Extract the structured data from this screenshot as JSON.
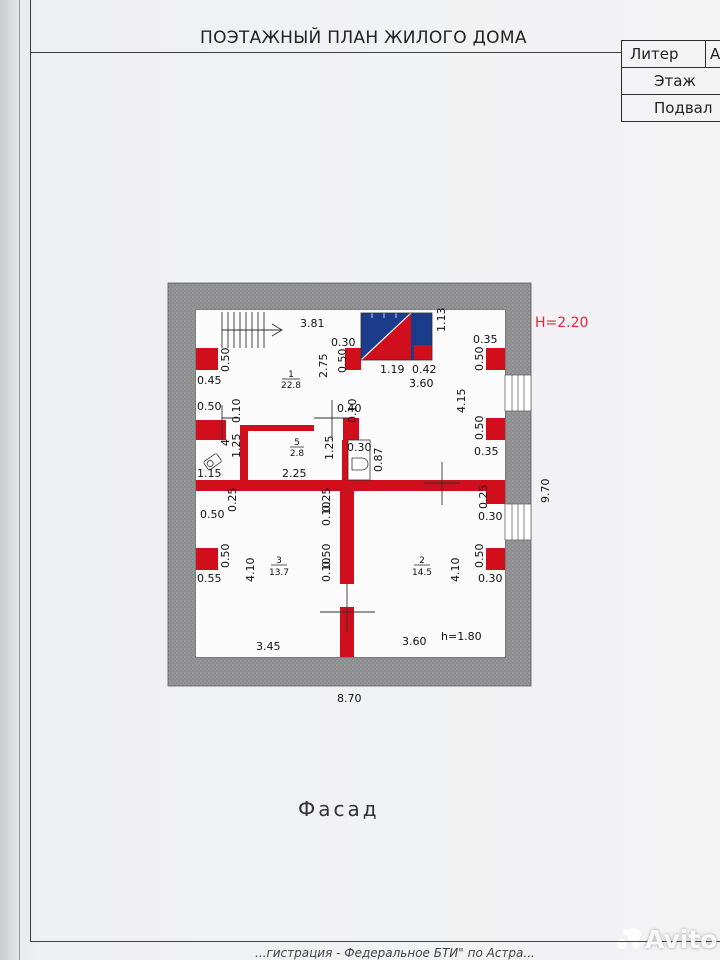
{
  "document": {
    "title": "ПОЭТАЖНЫЙ ПЛАН ЖИЛОГО ДОМА",
    "stamp": [
      {
        "label": "Литер",
        "value": "А"
      },
      {
        "label": "Этаж",
        "value": ""
      },
      {
        "label": "Подвал",
        "value": ""
      }
    ],
    "facade_label": "Фасад",
    "footer_text": "...гистрация - Федеральное БТИ\" по Астра...",
    "watermark": "Avito"
  },
  "plan": {
    "height_label": "H=2.20",
    "rooms": [
      {
        "number": "1",
        "area": "22.8"
      },
      {
        "number": "2",
        "area": "14.5"
      },
      {
        "number": "3",
        "area": "13.7"
      },
      {
        "number": "4",
        "area": ""
      },
      {
        "number": "5",
        "area": "2.8"
      }
    ],
    "dimensions": {
      "overall_width": "8.70",
      "overall_depth": "9.70",
      "room1_top": "3.81",
      "room1_right_width": "3.60",
      "room1_depth": "4.15",
      "stair_width": "1.19",
      "stair_depth": "1.13",
      "pier_030": "0.30",
      "pier_050": "0.50",
      "pier_042": "0.42",
      "pier_035": "0.35",
      "pier_045": "0.45",
      "pier_040": "0.40",
      "pier_010": "0.10",
      "pier_025": "0.25",
      "pier_055": "0.55",
      "room1_inner_depth": "2.75",
      "room4_depth": "1.25",
      "room4_width": "1.15",
      "room5_width": "2.25",
      "room5_depth": "1.25",
      "closet_depth": "0.87",
      "room3_depth": "4.10",
      "room2_depth": "4.10",
      "room3_width": "3.45",
      "room2_width": "3.60",
      "h_label": "h=1.80"
    }
  }
}
